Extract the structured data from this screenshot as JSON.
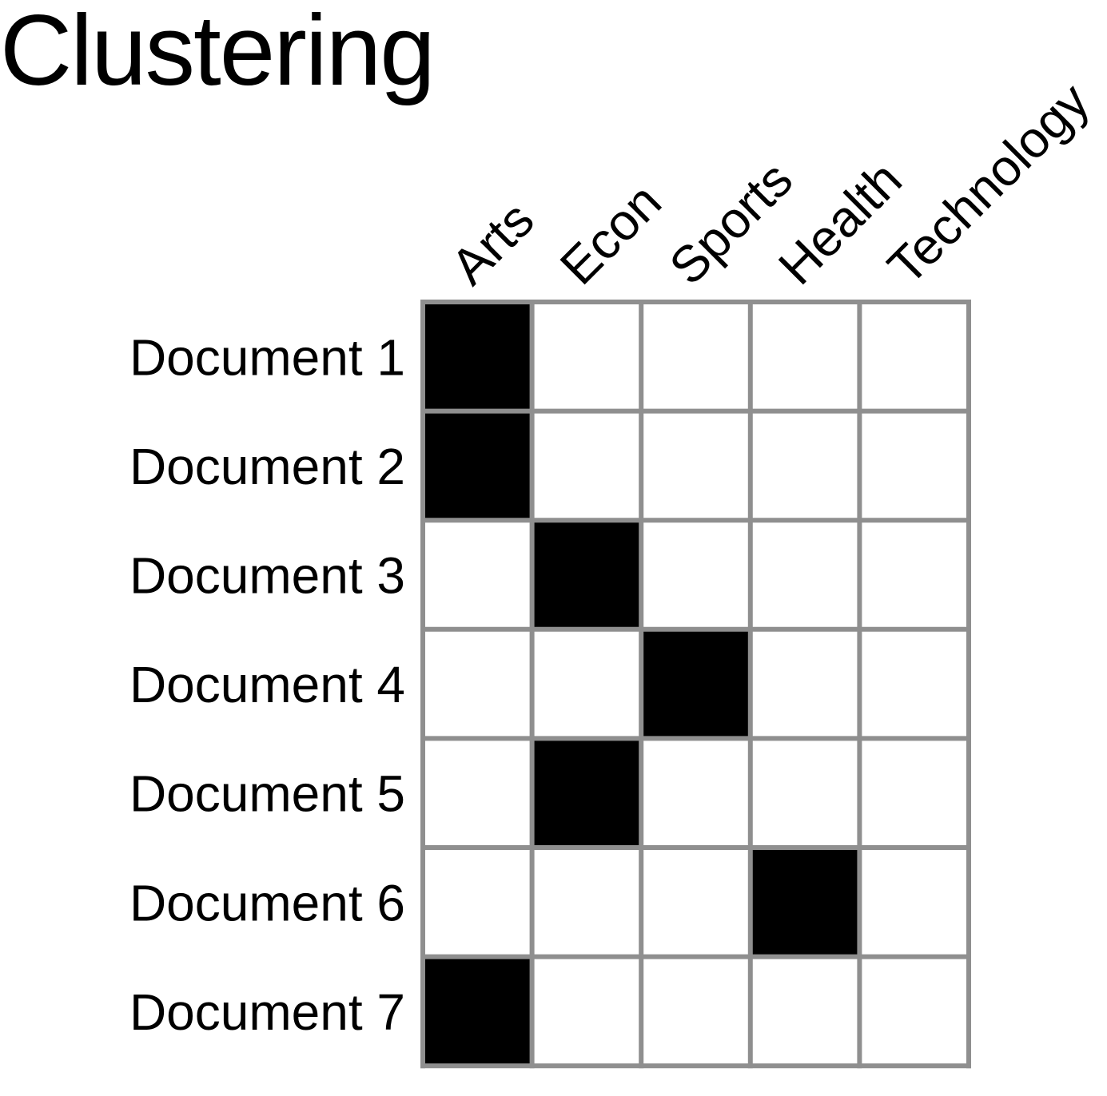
{
  "title": "Clustering",
  "columns": [
    "Arts",
    "Econ",
    "Sports",
    "Health",
    "Technology"
  ],
  "rows": [
    {
      "label": "Document 1",
      "cluster": 0
    },
    {
      "label": "Document 2",
      "cluster": 0
    },
    {
      "label": "Document 3",
      "cluster": 1
    },
    {
      "label": "Document 4",
      "cluster": 2
    },
    {
      "label": "Document 5",
      "cluster": 1
    },
    {
      "label": "Document 6",
      "cluster": 3
    },
    {
      "label": "Document 7",
      "cluster": 0
    }
  ],
  "colors": {
    "filled": "#000000",
    "empty": "#ffffff",
    "grid": "#8f8f8f",
    "text": "#000000"
  }
}
